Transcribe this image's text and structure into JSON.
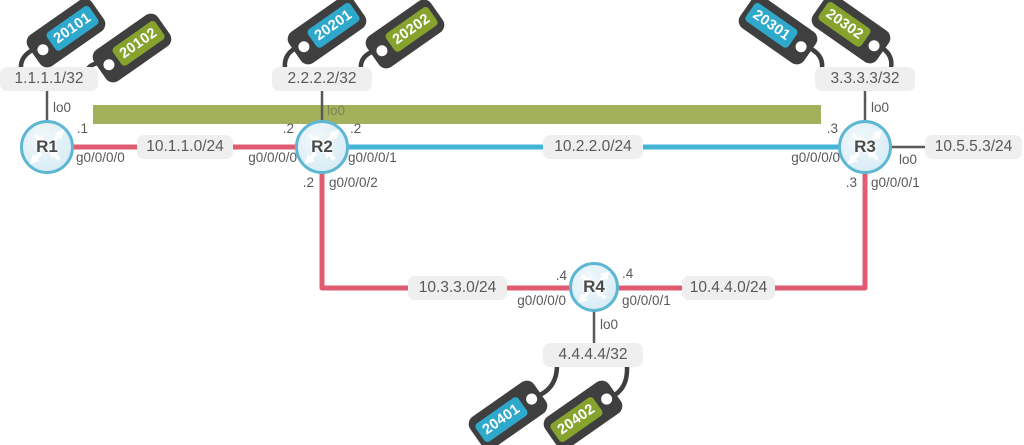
{
  "colors": {
    "link_red": "#e05c72",
    "link_blue": "#43b4d5",
    "area_bar_olive": "#a4b15c",
    "tag_blue": "#2ea9cc",
    "tag_green": "#86a32e",
    "tag_body": "#3f3f3f",
    "label_text": "#595959",
    "label_box_bg": "#f0efef",
    "router_border": "#5db7d2"
  },
  "routers": {
    "r1": {
      "name": "R1",
      "loopback_if": "lo0",
      "loopback_ip": "1.1.1.1/32",
      "tags": [
        "20101",
        "20102"
      ]
    },
    "r2": {
      "name": "R2",
      "loopback_if": "lo0",
      "loopback_ip": "2.2.2.2/32",
      "tags": [
        "20201",
        "20202"
      ]
    },
    "r3": {
      "name": "R3",
      "loopback_if": "lo0",
      "loopback_ip": "3.3.3.3/32",
      "tags": [
        "20301",
        "20302"
      ]
    },
    "r4": {
      "name": "R4",
      "loopback_if": "lo0",
      "loopback_ip": "4.4.4.4/32",
      "tags": [
        "20401",
        "20402"
      ]
    }
  },
  "links": {
    "r1_r2": {
      "subnet": "10.1.1.0/24",
      "r1_addr": ".1",
      "r1_if": "g0/0/0/0",
      "r2_addr": ".2",
      "r2_if": "g0/0/0/0"
    },
    "r2_r3": {
      "subnet": "10.2.2.0/24",
      "r2_addr": ".2",
      "r2_if": "g0/0/0/1",
      "r3_addr": ".3",
      "r3_if": "g0/0/0/0"
    },
    "r2_r4": {
      "subnet": "10.3.3.0/24",
      "r2_addr": ".2",
      "r2_if": "g0/0/0/2",
      "r4_addr": ".4",
      "r4_if": "g0/0/0/0"
    },
    "r4_r3": {
      "subnet": "10.4.4.0/24",
      "r4_addr": ".4",
      "r4_if": "g0/0/0/1",
      "r3_addr": ".3",
      "r3_if": "g0/0/0/1"
    },
    "r3_lan": {
      "subnet": "10.5.5.3/24",
      "r3_if": "lo0"
    }
  }
}
